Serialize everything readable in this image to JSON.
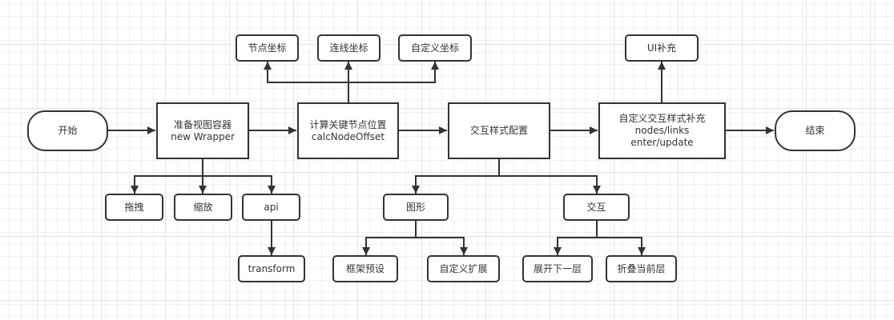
{
  "diagram": {
    "title": "",
    "colors": {
      "stroke": "#333333",
      "text": "#333333",
      "background": "#ffffff",
      "grid": "#e3e3e3"
    },
    "nodes": {
      "start": {
        "lines": [
          "开始"
        ],
        "shape": "terminator"
      },
      "prepare": {
        "lines": [
          "准备视图容器",
          "new Wrapper"
        ],
        "shape": "process"
      },
      "calc": {
        "lines": [
          "计算关键节点位置",
          "calcNodeOffset"
        ],
        "shape": "process"
      },
      "style": {
        "lines": [
          "交互样式配置"
        ],
        "shape": "process"
      },
      "custom": {
        "lines": [
          "自定义交互样式补充",
          "nodes/links",
          "enter/update"
        ],
        "shape": "process"
      },
      "end": {
        "lines": [
          "结束"
        ],
        "shape": "terminator"
      },
      "node_coord": {
        "lines": [
          "节点坐标"
        ],
        "shape": "rounded"
      },
      "link_coord": {
        "lines": [
          "连线坐标"
        ],
        "shape": "rounded"
      },
      "custom_coord": {
        "lines": [
          "自定义坐标"
        ],
        "shape": "rounded"
      },
      "ui_supplement": {
        "lines": [
          "UI补充"
        ],
        "shape": "rounded"
      },
      "drag": {
        "lines": [
          "拖拽"
        ],
        "shape": "rounded"
      },
      "zoom": {
        "lines": [
          "缩放"
        ],
        "shape": "rounded"
      },
      "api": {
        "lines": [
          "api"
        ],
        "shape": "rounded"
      },
      "transform": {
        "lines": [
          "transform"
        ],
        "shape": "rounded"
      },
      "graphics": {
        "lines": [
          "图形"
        ],
        "shape": "rounded"
      },
      "interaction": {
        "lines": [
          "交互"
        ],
        "shape": "rounded"
      },
      "framework_preset": {
        "lines": [
          "框架预设"
        ],
        "shape": "rounded"
      },
      "custom_extend": {
        "lines": [
          "自定义扩展"
        ],
        "shape": "rounded"
      },
      "expand_next": {
        "lines": [
          "展开下一层"
        ],
        "shape": "rounded"
      },
      "collapse_current": {
        "lines": [
          "折叠当前层"
        ],
        "shape": "rounded"
      }
    },
    "edges": [
      {
        "from": "start",
        "to": "prepare"
      },
      {
        "from": "prepare",
        "to": "calc"
      },
      {
        "from": "calc",
        "to": "style"
      },
      {
        "from": "style",
        "to": "custom"
      },
      {
        "from": "custom",
        "to": "end"
      },
      {
        "from": "calc",
        "to": "node_coord"
      },
      {
        "from": "calc",
        "to": "link_coord"
      },
      {
        "from": "calc",
        "to": "custom_coord"
      },
      {
        "from": "custom",
        "to": "ui_supplement"
      },
      {
        "from": "prepare",
        "to": "drag"
      },
      {
        "from": "prepare",
        "to": "zoom"
      },
      {
        "from": "prepare",
        "to": "api"
      },
      {
        "from": "api",
        "to": "transform"
      },
      {
        "from": "style",
        "to": "graphics"
      },
      {
        "from": "style",
        "to": "interaction"
      },
      {
        "from": "graphics",
        "to": "framework_preset"
      },
      {
        "from": "graphics",
        "to": "custom_extend"
      },
      {
        "from": "interaction",
        "to": "expand_next"
      },
      {
        "from": "interaction",
        "to": "collapse_current"
      }
    ]
  }
}
